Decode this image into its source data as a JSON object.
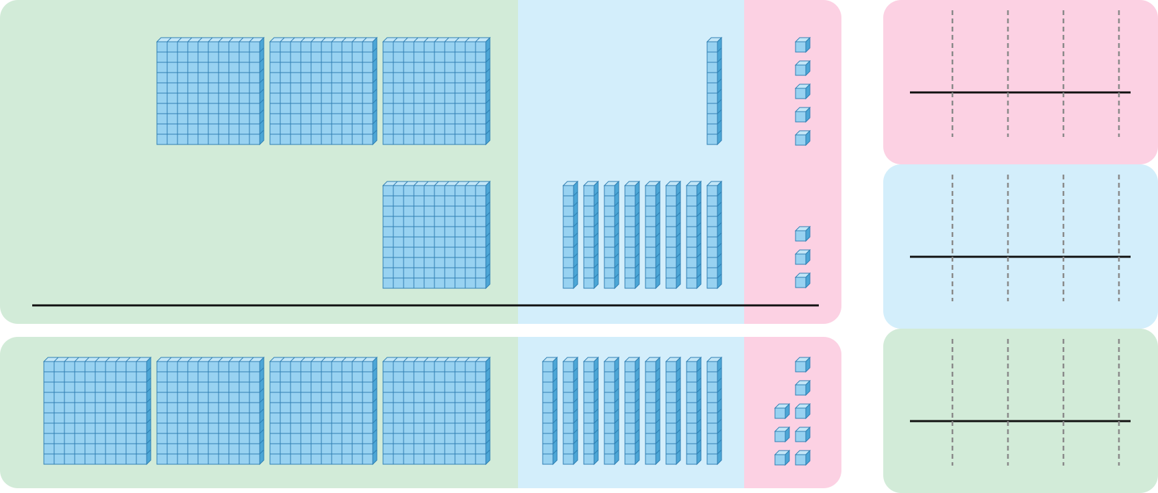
{
  "colors": {
    "hundreds_region": "#d2ebd8",
    "tens_region": "#d3eefb",
    "ones_region": "#fcd1e3",
    "block_face": "#98d2f1",
    "block_top": "#c2e6f7",
    "block_side": "#4ca6d6",
    "block_stroke": "#2f7fb3",
    "line": "#111111",
    "dashed_line": "#8a8a8a"
  },
  "addition_problem": {
    "addend_1": {
      "hundreds": 3,
      "tens": 1,
      "ones": 5
    },
    "addend_2": {
      "hundreds": 1,
      "tens": 8,
      "ones": 3
    },
    "sum_regrouped": {
      "hundreds": 4,
      "tens": 9,
      "ones": 8
    }
  },
  "place_value_chart": {
    "rows": [
      {
        "name": "row-top",
        "color": "#fcd1e3",
        "has_pointer": true
      },
      {
        "name": "row-middle",
        "color": "#d3eefb",
        "has_pointer": true
      },
      {
        "name": "row-bottom",
        "color": "#d2ebd8",
        "has_pointer": false
      }
    ],
    "dashed_dividers_per_row": 4
  }
}
